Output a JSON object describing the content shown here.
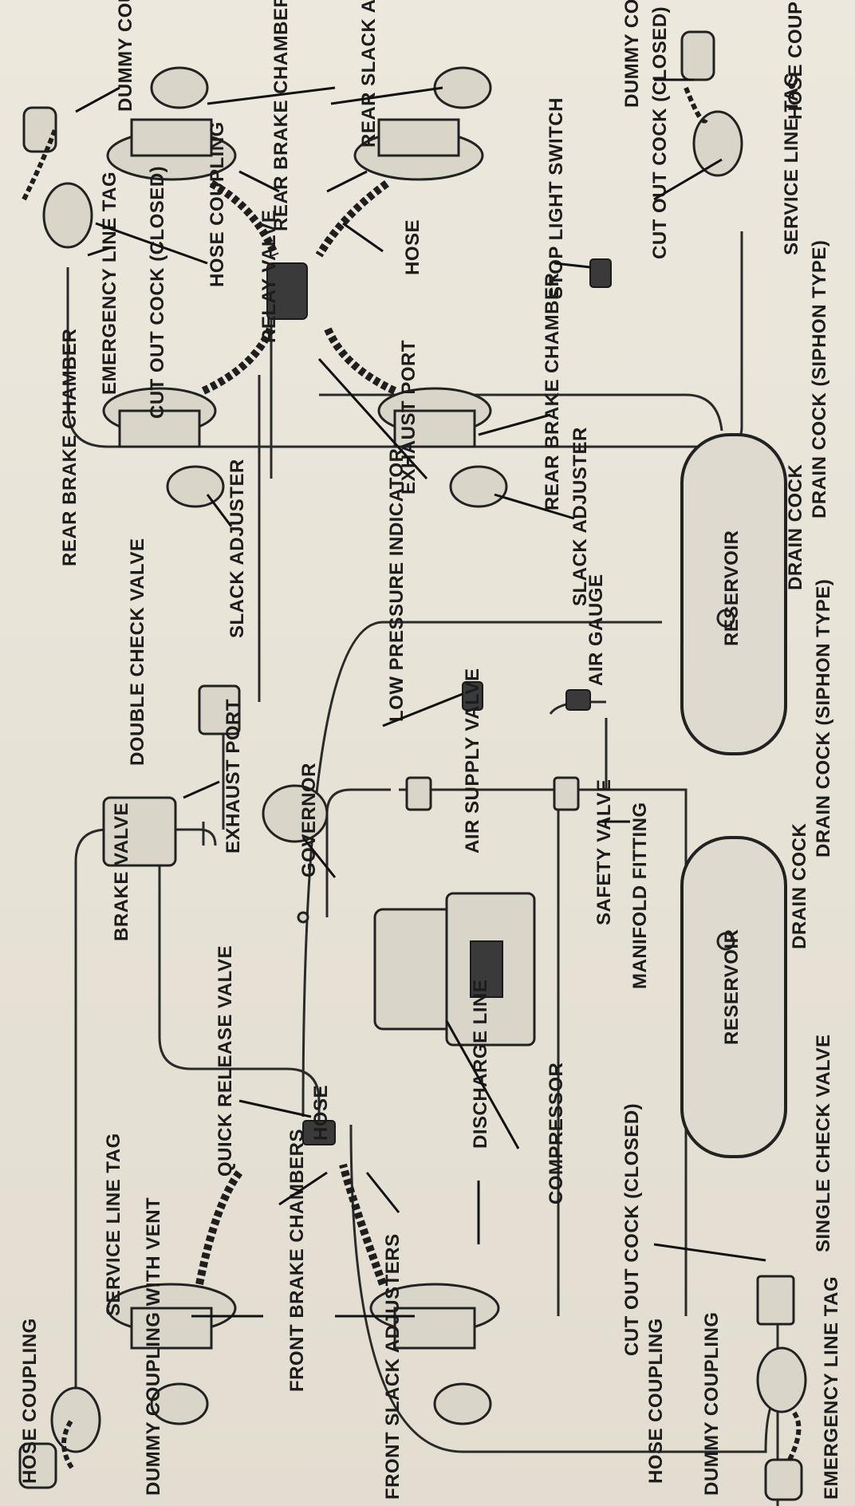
{
  "labels": {
    "dummy_coupling_tl": "DUMMY COUPLING",
    "rear_slack_adjusters": "REAR SLACK ADJUSTERS",
    "dummy_coupling_tr": "DUMMY COUPLING",
    "hose_coupling_tr": "HOSE COUPLING",
    "rear_brake_chambers_top": "REAR BRAKE CHAMBERS",
    "cut_out_cock_tr": "CUT OUT COCK (CLOSED)",
    "service_line_tag_tr": "SERVICE LINE TAG",
    "stop_light_switch": "STOP LIGHT SWITCH",
    "hose_coupling_tl": "HOSE COUPLING",
    "hose_top": "HOSE",
    "cut_out_cock_tl": "CUT OUT COCK (CLOSED)",
    "emergency_line_tag_tl": "EMERGENCY LINE TAG",
    "relay_valve": "RELAY VALVE",
    "drain_cock_siphon_1": "DRAIN COCK (SIPHON TYPE)",
    "rear_brake_chamber_left": "REAR BRAKE CHAMBER",
    "rear_brake_chamber_right": "REAR BRAKE CHAMBER",
    "exhaust_port_top": "EXHAUST PORT",
    "slack_adjuster_left": "SLACK ADJUSTER",
    "slack_adjuster_right": "SLACK ADJUSTER",
    "drain_cock_1": "DRAIN COCK",
    "reservoir_1": "RESERVOIR",
    "low_pressure_indicator": "LOW PRESSURE INDICATOR",
    "air_gauge": "AIR GAUGE",
    "double_check_valve": "DOUBLE CHECK VALVE",
    "drain_cock_siphon_2": "DRAIN COCK (SIPHON TYPE)",
    "exhaust_port_mid": "EXHAUST PORT",
    "governor": "GOVERNOR",
    "air_supply_valve": "AIR SUPPLY VALVE",
    "safety_valve": "SAFETY VALVE",
    "manifold_fitting": "MANIFOLD FITTING",
    "drain_cock_2": "DRAIN COCK",
    "reservoir_2": "RESERVOIR",
    "brake_valve": "BRAKE VALVE",
    "compressor": "COMPRESSOR",
    "quick_release_valve": "QUICK RELEASE VALVE",
    "single_check_valve": "SINGLE CHECK VALVE",
    "hose_bottom": "HOSE",
    "discharge_line": "DISCHARGE LINE",
    "service_line_tag_bl": "SERVICE LINE TAG",
    "cut_out_cock_br": "CUT OUT COCK (CLOSED)",
    "front_brake_chambers": "FRONT BRAKE CHAMBERS",
    "hose_coupling_bl": "HOSE COUPLING",
    "hose_coupling_br": "HOSE COUPLING",
    "emergency_line_tag_br": "EMERGENCY LINE TAG",
    "dummy_coupling_with_vent": "DUMMY COUPLING WITH VENT",
    "front_slack_adjusters": "FRONT SLACK ADJUSTERS",
    "dummy_coupling_br": "DUMMY COUPLING"
  }
}
